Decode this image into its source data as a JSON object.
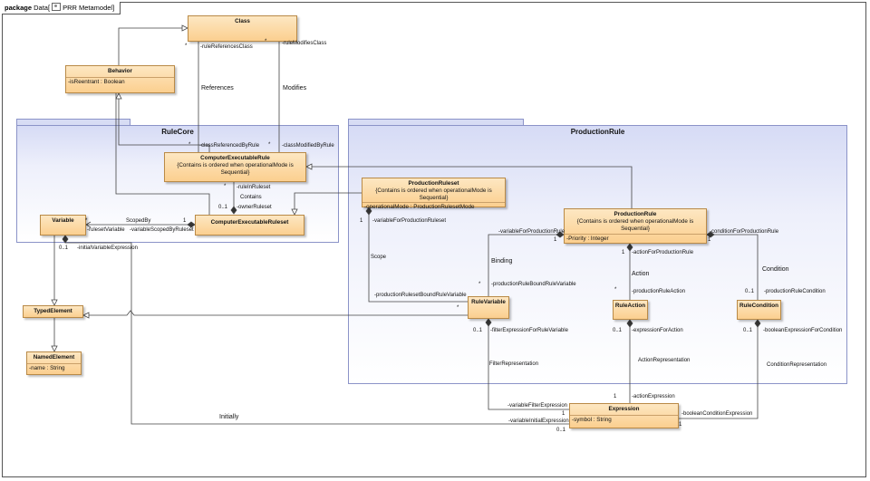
{
  "frame": {
    "keyword": "package",
    "name": "Data[",
    "diagram": "PRR Metamodel"
  },
  "packages": {
    "rulecore": "RuleCore",
    "productionrule": "ProductionRule"
  },
  "classes": {
    "class": {
      "name": "Class"
    },
    "behavior": {
      "name": "Behavior",
      "attr": "-isReentrant : Boolean"
    },
    "computer_executable_rule": {
      "name": "ComputerExecutableRule",
      "note": "{Contains is ordered when operationalMode is Sequential}"
    },
    "computer_executable_ruleset": {
      "name": "ComputerExecutableRuleset"
    },
    "variable": {
      "name": "Variable"
    },
    "typed_element": {
      "name": "TypedElement"
    },
    "named_element": {
      "name": "NamedElement",
      "attr": "-name : String"
    },
    "production_ruleset": {
      "name": "ProductionRuleset",
      "note": "{Contains is ordered when operationalMode is Sequential}",
      "attr": "-operationalMode : ProductionRulesetMode"
    },
    "production_rule": {
      "name": "ProductionRule",
      "note": "{Contains is ordered when operationalMode is Sequential}",
      "attr": "-Priority : Integer"
    },
    "rule_variable": {
      "name": "RuleVariable"
    },
    "rule_action": {
      "name": "RuleAction"
    },
    "rule_condition": {
      "name": "RuleCondition"
    },
    "expression": {
      "name": "Expression",
      "attr": "-symbol : String"
    }
  },
  "labels": {
    "star": "*",
    "one": "1",
    "zero_one": "0..1",
    "rule_references_class": "-ruleReferencesClass",
    "rule_modifies_class": "-ruleModifiesClass",
    "references": "References",
    "modifies": "Modifies",
    "class_referenced_by_rule": "-classReferencedByRule",
    "class_modified_by_rule": "-classModifiedByRule",
    "rule_in_ruleset": "-ruleInRuleset",
    "contains": "Contains",
    "owner_ruleset": "-ownerRuleset",
    "scoped_by": "ScopedBy",
    "ruleset_variable": "-rulesetVariable",
    "variable_scoped_by_ruleset": "-variableScopedByRuleset",
    "initial_variable_expression": "-initialVariableExpression",
    "variable_for_production_ruleset": "-variableForProductionRuleset",
    "scope": "Scope",
    "production_ruleset_bound_rule_variable": "-productionRulesetBoundRuleVariable",
    "variable_for_production_rule": "-variableForProductionRule",
    "binding": "Binding",
    "production_rule_bound_rule_variable": "-productionRuleBoundRuleVariable",
    "action_for_production_rule": "-actionForProductionRule",
    "action": "Action",
    "production_rule_action": "-productionRuleAction",
    "condition_for_production_rule": "-conditionForProductionRule",
    "condition": "Condition",
    "production_rule_condition": "-productionRuleCondition",
    "filter_expression_for_rule_variable": "-filterExpressionForRuleVariable",
    "filter_representation": "FilterRepresentation",
    "expression_for_action": "-expressionForAction",
    "action_representation": "ActionRepresentation",
    "boolean_expression_for_condition": "-booleanExpressionForCondition",
    "condition_representation": "ConditionRepresentation",
    "action_expression": "-actionExpression",
    "variable_filter_expression": "-variableFilterExpression",
    "variable_initial_expression": "-variableInitialExpression",
    "boolean_condition_expression": "-booleanConditionExpression",
    "initially": "Initially"
  }
}
